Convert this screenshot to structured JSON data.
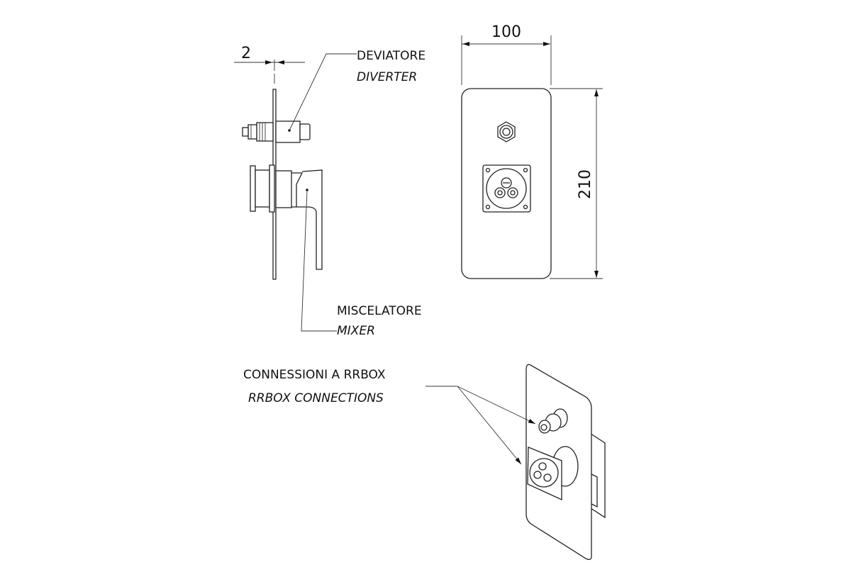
{
  "dimensions": {
    "thickness": "2",
    "width": "100",
    "height": "210"
  },
  "labels": {
    "diverter_it": "DEVIATORE",
    "diverter_en": "DIVERTER",
    "mixer_it": "MISCELATORE",
    "mixer_en": "MIXER",
    "connections_it": "CONNESSIONI A RRBOX",
    "connections_en": "RRBOX CONNECTIONS"
  },
  "colors": {
    "line": "#222222",
    "background": "#ffffff"
  }
}
